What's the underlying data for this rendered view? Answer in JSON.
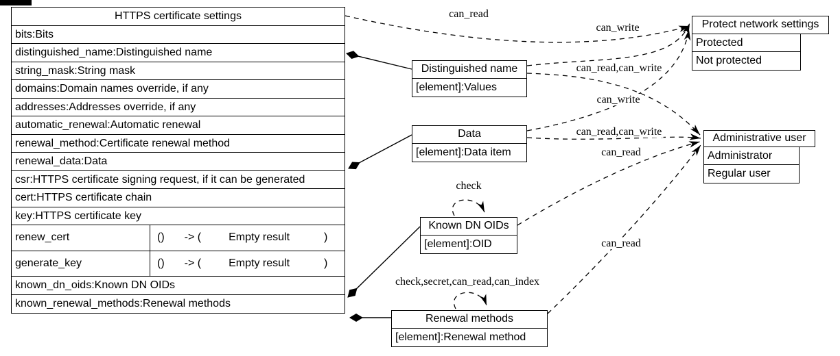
{
  "class_table": {
    "title": "HTTPS certificate settings",
    "attributes": [
      "bits:Bits",
      "distinguished_name:Distinguished name",
      "string_mask:String mask",
      "domains:Domain names override, if any",
      "addresses:Addresses override, if any",
      "automatic_renewal:Automatic renewal",
      "renewal_method:Certificate renewal method",
      "renewal_data:Data",
      "csr:HTTPS certificate signing request, if it can be generated",
      "cert:HTTPS certificate chain",
      "key:HTTPS certificate key"
    ],
    "methods": [
      {
        "name": "renew_cert",
        "params": "()",
        "arrow": "-> (",
        "result": "Empty result",
        "close": ")"
      },
      {
        "name": "generate_key",
        "params": "()",
        "arrow": "-> (",
        "result": "Empty result",
        "close": ")"
      }
    ],
    "collections": [
      "known_dn_oids:Known DN OIDs",
      "known_renewal_methods:Renewal methods"
    ]
  },
  "nodes": {
    "distinguished_name": {
      "title": "Distinguished name",
      "row": "[element]:Values"
    },
    "data": {
      "title": "Data",
      "row": "[element]:Data item"
    },
    "known_dn_oids": {
      "title": "Known DN OIDs",
      "row": "[element]:OID"
    },
    "renewal_methods": {
      "title": "Renewal methods",
      "row": "[element]:Renewal method"
    },
    "protect_network_settings": {
      "title": "Protect network settings",
      "rows": [
        "Protected",
        "Not protected"
      ]
    },
    "administrative_user": {
      "title": "Administrative user",
      "rows": [
        "Administrator",
        "Regular user"
      ]
    }
  },
  "edges": [
    {
      "id": "settings-to-protect",
      "label": "can_read"
    },
    {
      "id": "distinguished-name-to-protect",
      "label": "can_write"
    },
    {
      "id": "distinguished-name-to-admin",
      "label": "can_read,can_write"
    },
    {
      "id": "data-to-protect",
      "label": "can_write"
    },
    {
      "id": "data-to-admin",
      "label": "can_read,can_write"
    },
    {
      "id": "known-dn-oids-to-admin",
      "label": "can_read"
    },
    {
      "id": "known-dn-oids-self",
      "label": "check"
    },
    {
      "id": "renewal-methods-to-admin",
      "label": "can_read"
    },
    {
      "id": "renewal-methods-self",
      "label": "check,secret,can_read,can_index"
    }
  ]
}
